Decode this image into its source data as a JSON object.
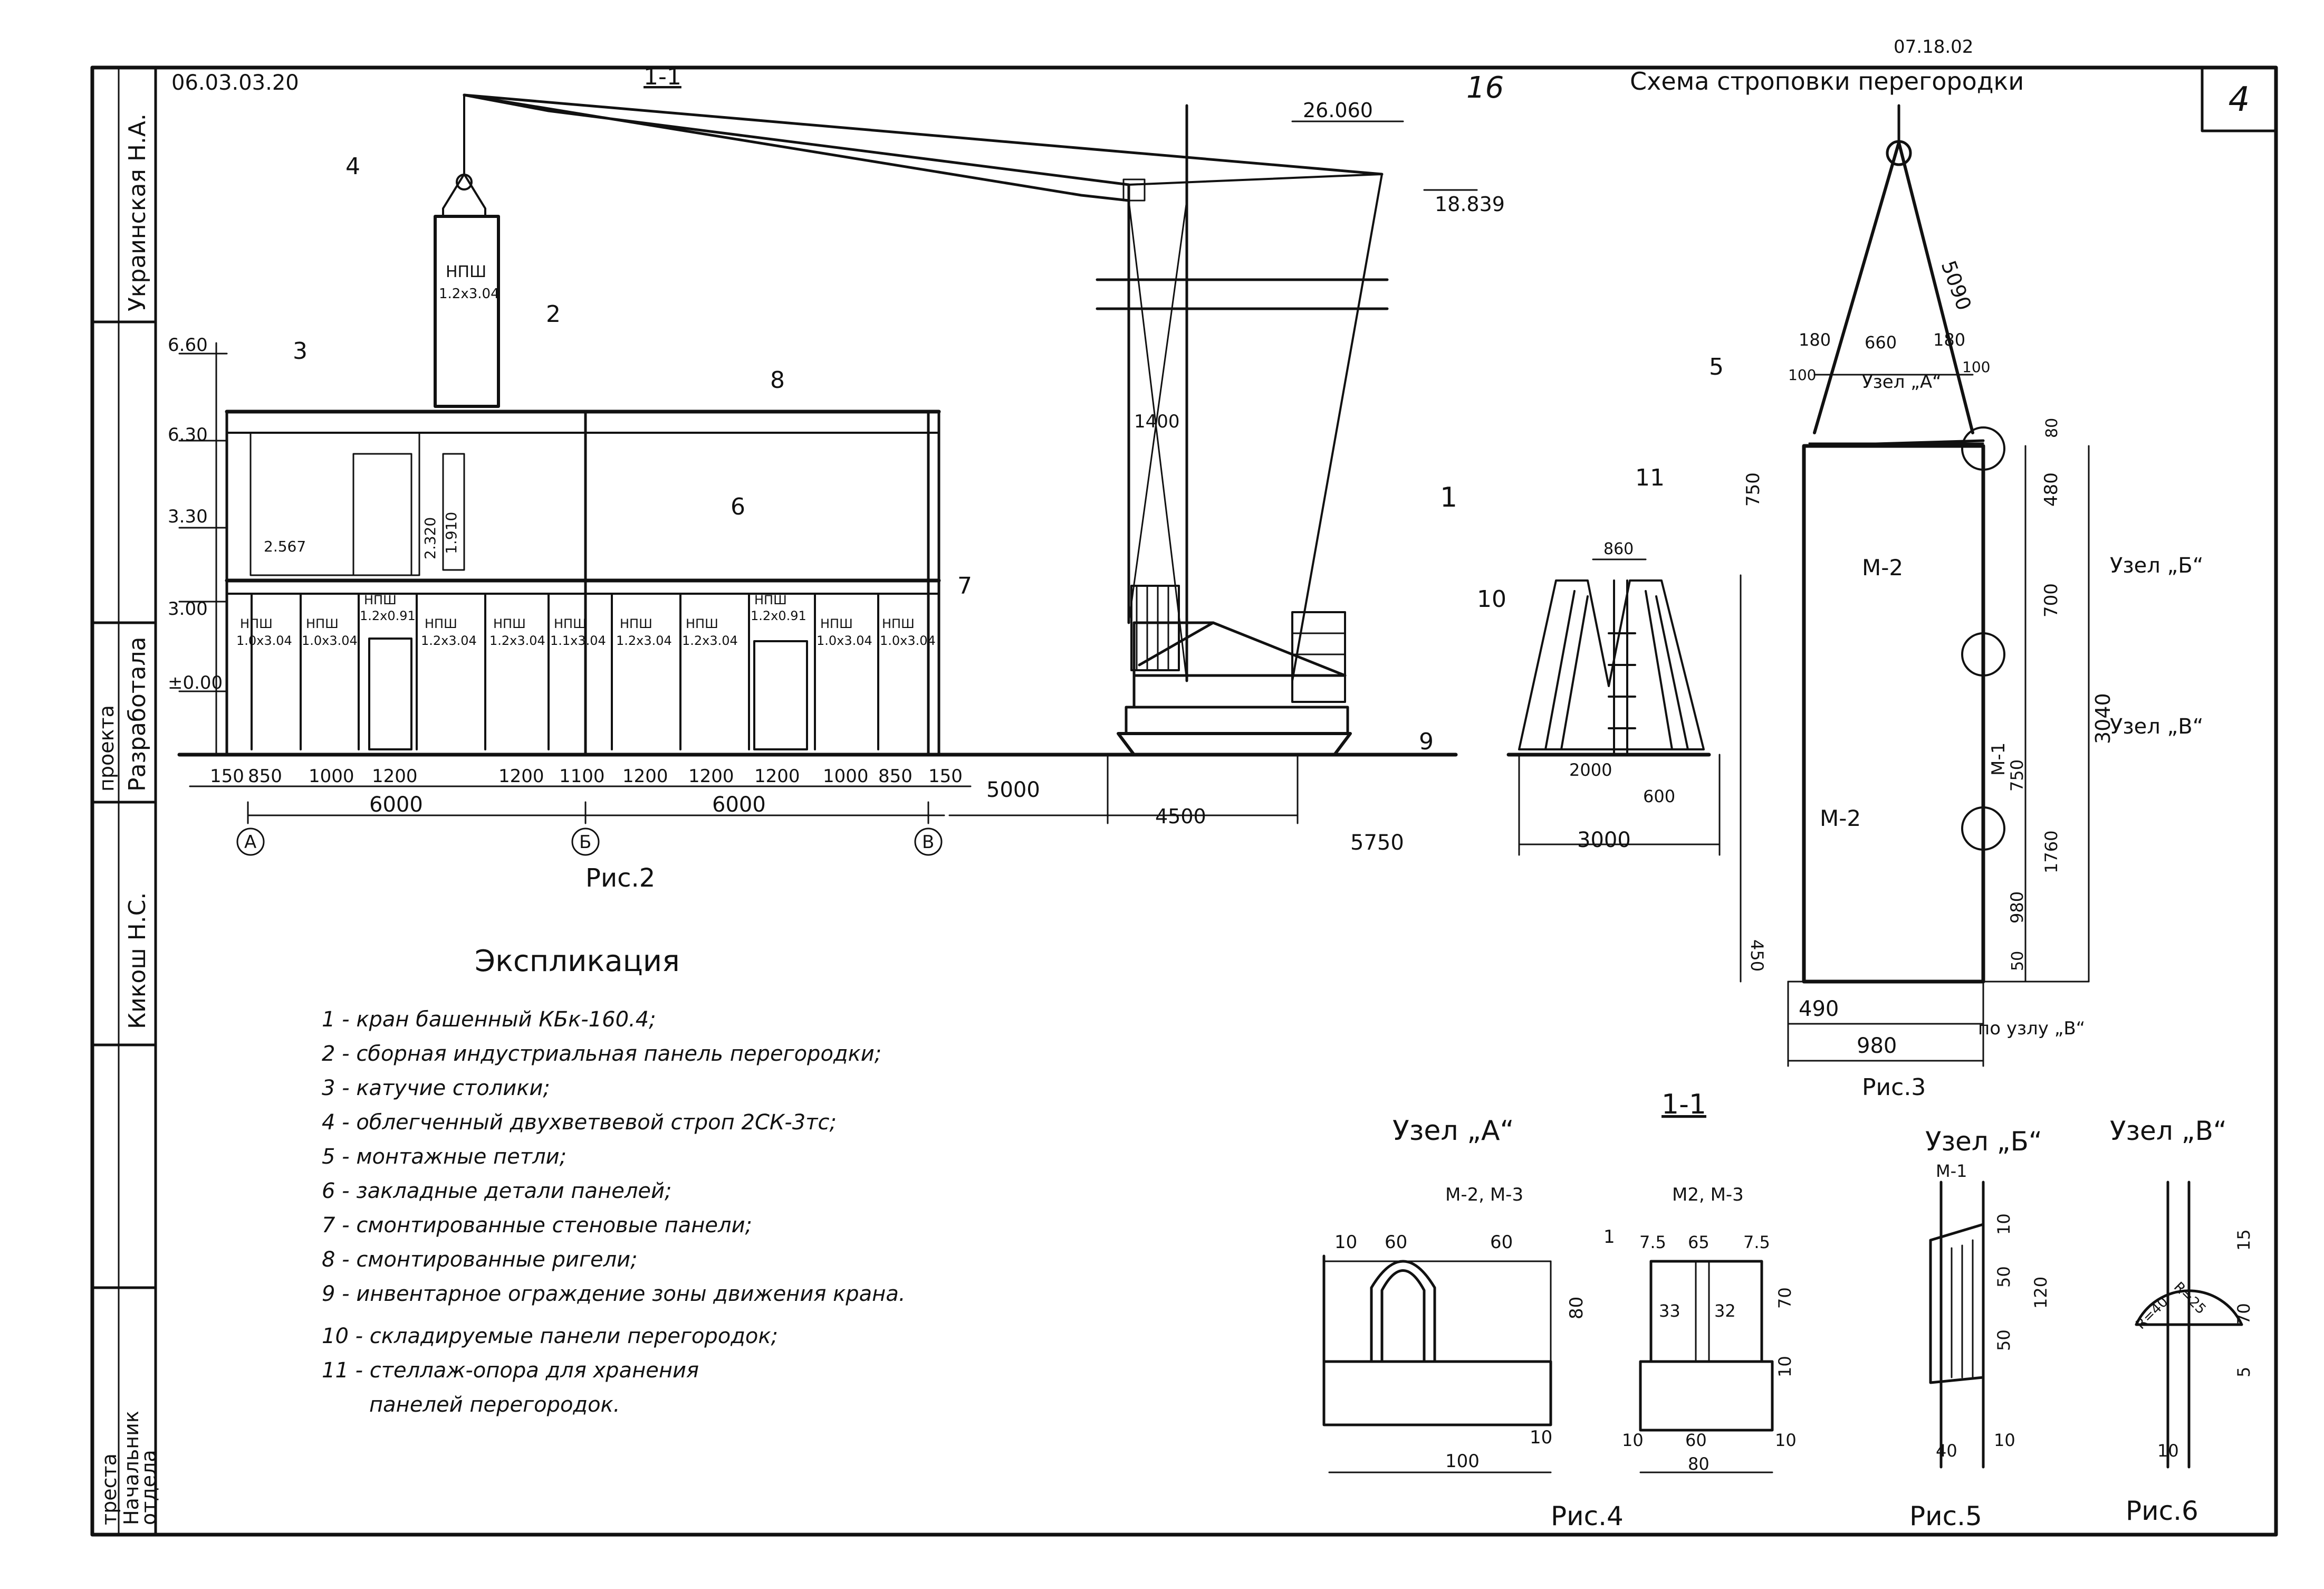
{
  "sheet": {
    "code": "06.03.03.20",
    "page_num": "16",
    "sheet_num": "4",
    "mark": "07.18.02",
    "section": "1-1",
    "title": "Схема строповки перегородки"
  },
  "titleblock": {
    "names": [
      "Украинская Н.А.",
      "Разработала",
      "Кикош Н.С."
    ],
    "roles": [
      "проекта",
      "треста",
      "Начальник",
      "отдела"
    ]
  },
  "elevations": [
    "26.060",
    "18.839",
    "6.60",
    "6.30",
    "3.30",
    "3.00",
    "±0.00"
  ],
  "boom_labels": [
    "1400"
  ],
  "fig2": {
    "caption": "Рис.2",
    "callouts": [
      "1",
      "2",
      "3",
      "4",
      "6",
      "7",
      "8",
      "9",
      "10",
      "11"
    ],
    "panels": [
      {
        "name": "НПШ",
        "size": "1.0х3.04"
      },
      {
        "name": "НПШ",
        "size": "1.0х3.04"
      },
      {
        "name": "НПШ",
        "size": "1.2х0.91"
      },
      {
        "name": "НПШ",
        "size": "1.2х3.04"
      },
      {
        "name": "НПШ",
        "size": "1.2х3.04"
      },
      {
        "name": "НПШ",
        "size": "1.1х3.04"
      },
      {
        "name": "НПШ",
        "size": "1.2х3.04"
      },
      {
        "name": "НПШ",
        "size": "1.2х3.04"
      },
      {
        "name": "НПШ",
        "size": "1.2х0.91"
      },
      {
        "name": "НПШ",
        "size": "1.0х3.04"
      },
      {
        "name": "НПШ",
        "size": "1.0х3.04"
      }
    ],
    "hanging_panel": {
      "name": "НПШ",
      "size": "1.2х3.04"
    },
    "inner_dims": [
      "2.567",
      "2.320",
      "1.910"
    ],
    "spans": [
      "150",
      "850",
      "1000",
      "1200",
      "1200",
      "1100",
      "1200",
      "1200",
      "1200",
      "1000",
      "850",
      "150"
    ],
    "axes_dims": [
      "6000",
      "6000",
      "5000",
      "4500",
      "5750",
      "2000",
      "600",
      "3000",
      "860"
    ],
    "axes": [
      "А",
      "Б",
      "В"
    ]
  },
  "fig3": {
    "caption": "Рис.3",
    "labels": [
      "М-2",
      "М-1",
      "М-2",
      "Узел „А“",
      "Узел „Б“",
      "Узел „В“",
      "по узлу „В“",
      "5"
    ],
    "dims": [
      "180",
      "660",
      "180",
      "100",
      "100",
      "80",
      "5090",
      "750",
      "480",
      "700",
      "3040",
      "750",
      "1760",
      "980",
      "50",
      "450",
      "490",
      "980"
    ]
  },
  "legend": {
    "title": "Экспликация",
    "items": [
      "1 - кран башенный КБк-160.4;",
      "2 - сборная индустриальная панель перегородки;",
      "3 - катучие столики;",
      "4 - облегченный двухветвевой строп 2СК-3тс;",
      "5 - монтажные петли;",
      "6 - закладные детали панелей;",
      "7 - смонтированные стеновые панели;",
      "8 - смонтированные ригели;",
      "9 - инвентарное ограждение зоны движения крана.",
      "10 - складируемые панели перегородок;",
      "11 - стеллаж-опора для хранения",
      "панелей перегородок."
    ]
  },
  "fig4": {
    "heading": "Узел „А“",
    "caption": "Рис.4",
    "label": "М-2, М-3",
    "dims": [
      "10",
      "60",
      "60",
      "80",
      "100",
      "10",
      "1"
    ]
  },
  "section11": {
    "heading": "1-1",
    "label": "М2, М-3",
    "dims": [
      "7.5",
      "65",
      "7.5",
      "33",
      "32",
      "70",
      "10",
      "60",
      "80",
      "10",
      "10"
    ]
  },
  "fig5": {
    "heading": "Узел „Б“",
    "caption": "Рис.5",
    "label": "М-1",
    "dims": [
      "10",
      "50",
      "50",
      "120",
      "40",
      "10"
    ]
  },
  "fig6": {
    "heading": "Узел „В“",
    "caption": "Рис.6",
    "dims": [
      "15",
      "70",
      "5",
      "10",
      "R=40",
      "R=25"
    ]
  }
}
